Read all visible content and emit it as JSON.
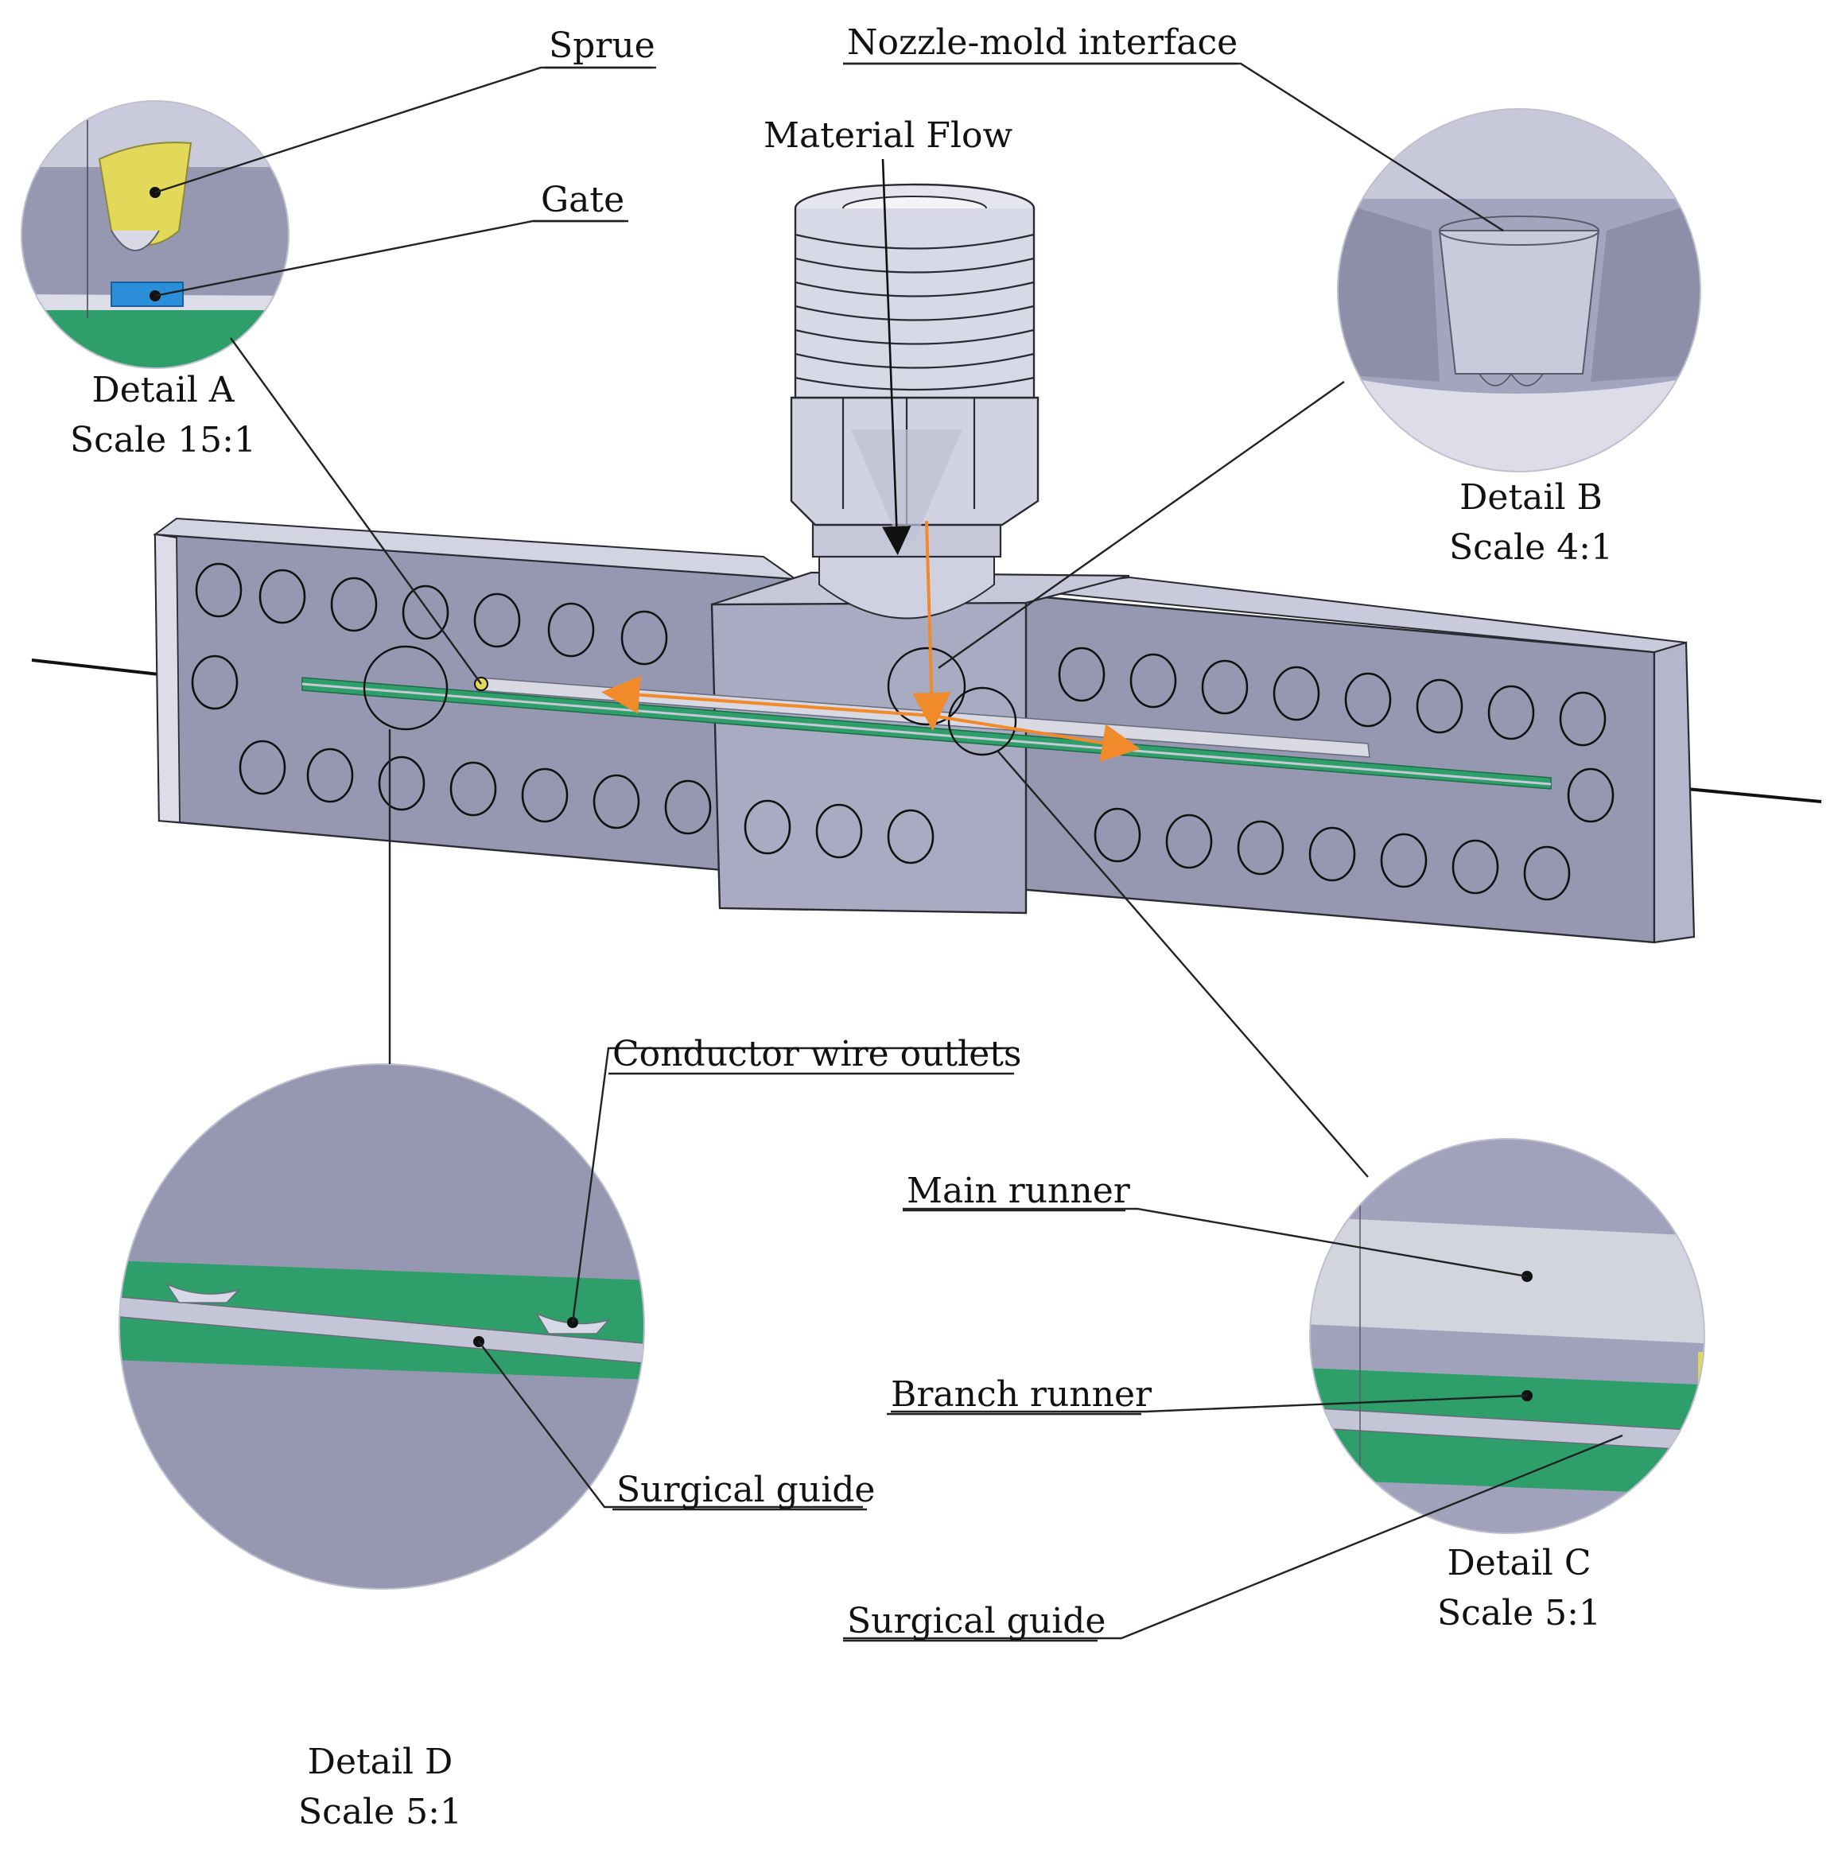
{
  "labels": {
    "sprue": "Sprue",
    "gate": "Gate",
    "nozzle_mold_interface": "Nozzle-mold interface",
    "material_flow": "Material Flow",
    "conductor_wire_outlets": "Conductor wire outlets",
    "main_runner": "Main runner",
    "branch_runner": "Branch runner",
    "surgical_guide_d": "Surgical guide",
    "surgical_guide_c": "Surgical guide"
  },
  "details": {
    "a": {
      "name": "Detail A",
      "scale": "Scale 15:1"
    },
    "b": {
      "name": "Detail B",
      "scale": "Scale 4:1"
    },
    "c": {
      "name": "Detail C",
      "scale": "Scale 5:1"
    },
    "d": {
      "name": "Detail D",
      "scale": "Scale 5:1"
    }
  },
  "colors": {
    "mold_body": "#9698b2",
    "mold_light": "#c3c5d8",
    "runner_green": "#2e9e6a",
    "sprue_yellow": "#e2d85a",
    "gate_blue": "#2a8fd8",
    "flow_arrow": "#f08a2a",
    "main_runner_gray": "#cfd1da"
  }
}
